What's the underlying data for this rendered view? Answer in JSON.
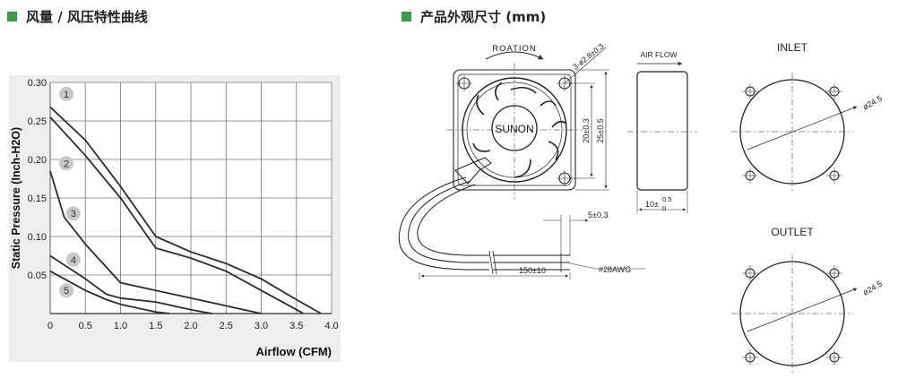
{
  "titles": {
    "pq_curve": "风量 / 风压特性曲线",
    "dimensions": "产品外观尺寸 (mm)"
  },
  "colors": {
    "accent": "#3a9a4a",
    "panel_bg": "#eeeeee",
    "curve": "#2b2b2b",
    "marker_bg": "#c8c8c8"
  },
  "chart_data": {
    "type": "line",
    "xlabel": "Airflow (CFM)",
    "ylabel": "Static Pressure (Inch-H2O)",
    "xlim": [
      0,
      4.0
    ],
    "ylim": [
      0,
      0.3
    ],
    "xticks": [
      "0",
      "0.5",
      "1.0",
      "1.5",
      "2.0",
      "2.5",
      "3.0",
      "3.5",
      "4.0"
    ],
    "yticks": [
      "0.05",
      "0.10",
      "0.15",
      "0.20",
      "0.25",
      "0.30"
    ],
    "grid": true,
    "series": [
      {
        "name": "1",
        "label_at": [
          0.23,
          0.285
        ],
        "points": [
          [
            0,
            0.268
          ],
          [
            0.5,
            0.225
          ],
          [
            1.0,
            0.165
          ],
          [
            1.5,
            0.1
          ],
          [
            2.0,
            0.08
          ],
          [
            2.5,
            0.065
          ],
          [
            3.0,
            0.045
          ],
          [
            3.5,
            0.018
          ],
          [
            3.85,
            0
          ]
        ]
      },
      {
        "name": "2",
        "label_at": [
          0.23,
          0.195
        ],
        "points": [
          [
            0,
            0.255
          ],
          [
            0.5,
            0.205
          ],
          [
            1.0,
            0.15
          ],
          [
            1.5,
            0.085
          ],
          [
            2.0,
            0.072
          ],
          [
            2.5,
            0.055
          ],
          [
            3.0,
            0.03
          ],
          [
            3.5,
            0.005
          ],
          [
            3.6,
            0
          ]
        ]
      },
      {
        "name": "3",
        "label_at": [
          0.33,
          0.13
        ],
        "points": [
          [
            0,
            0.185
          ],
          [
            0.2,
            0.125
          ],
          [
            0.5,
            0.09
          ],
          [
            0.8,
            0.06
          ],
          [
            1.0,
            0.04
          ],
          [
            1.5,
            0.03
          ],
          [
            2.0,
            0.02
          ],
          [
            2.5,
            0.01
          ],
          [
            3.0,
            0
          ]
        ]
      },
      {
        "name": "4",
        "label_at": [
          0.33,
          0.07
        ],
        "points": [
          [
            0,
            0.075
          ],
          [
            0.5,
            0.045
          ],
          [
            0.8,
            0.025
          ],
          [
            1.0,
            0.02
          ],
          [
            1.5,
            0.015
          ],
          [
            2.0,
            0.005
          ],
          [
            2.3,
            0
          ]
        ]
      },
      {
        "name": "5",
        "label_at": [
          0.23,
          0.03
        ],
        "points": [
          [
            0,
            0.055
          ],
          [
            0.5,
            0.03
          ],
          [
            0.8,
            0.018
          ],
          [
            1.0,
            0.012
          ],
          [
            1.5,
            0.002
          ],
          [
            1.7,
            0
          ]
        ]
      }
    ]
  },
  "dims": {
    "rotation": "ROATION",
    "brand": "SUNON",
    "hole": "3-ø2.8±0.3",
    "hole_pitch": "20±0.3",
    "frame": "25±0.5",
    "airflow": "AIR FLOW",
    "depth_base": "10±",
    "depth_upper": "0.5",
    "depth_lower": "0",
    "strip": "5±0.3",
    "cable_length": "150±10",
    "awg": "#28AWG",
    "inlet": "INLET",
    "outlet": "OUTLET",
    "dia": "ø24.5"
  }
}
